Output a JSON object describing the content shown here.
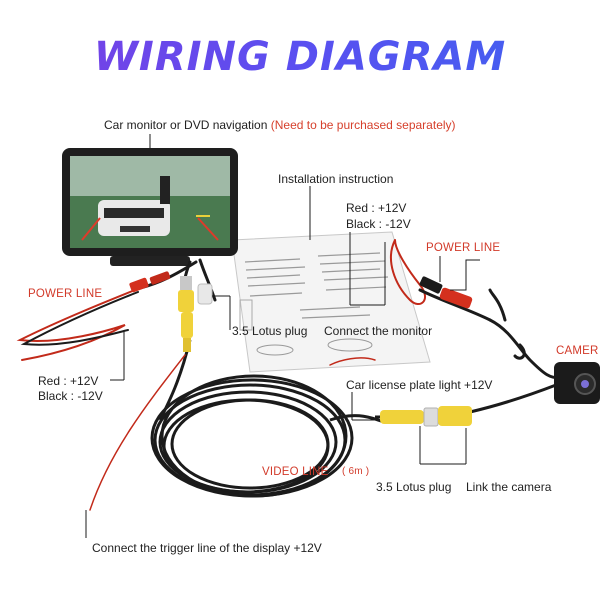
{
  "title": "WIRING DIAGRAM",
  "labels": {
    "monitor_label": "Car monitor or DVD navigation",
    "monitor_note": "(Need to be purchased separately)",
    "install": "Installation instruction",
    "right_red": "Red : +12V",
    "right_black": "Black : -12V",
    "power_line_right": "POWER LINE",
    "camera": "CAMER",
    "power_line_left": "POWER LINE",
    "left_red": "Red : +12V",
    "left_black": "Black : -12V",
    "lotus_plug_1": "3.5 Lotus plug",
    "connect_monitor": "Connect the monitor",
    "plate_light": "Car license plate light +12V",
    "video_line": "VIDEO LINE",
    "video_len": "( 6m )",
    "lotus_plug_2": "3.5 Lotus plug",
    "link_camera": "Link the camera",
    "trigger": "Connect the trigger line of the display +12V"
  },
  "colors": {
    "title_start": "#7b3fe4",
    "title_end": "#3f63f0",
    "power_line_red": "#d23a2a",
    "cable_black": "#1b1b1b",
    "plug_yellow": "#f0d23a",
    "plug_white": "#e8e8e8"
  }
}
